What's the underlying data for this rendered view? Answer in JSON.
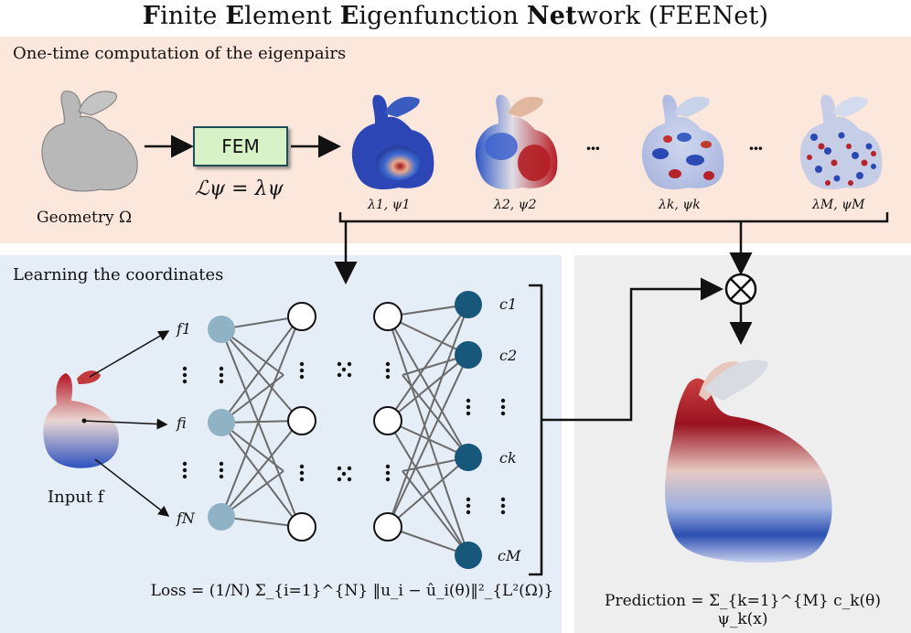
{
  "title": {
    "b1": "F",
    "t1": "inite ",
    "b2": "E",
    "t2": "lement ",
    "b3": "E",
    "t3": "igenfunction ",
    "b4": "Net",
    "t4": "work (FEENet)"
  },
  "top_panel": {
    "label": "One-time computation of the eigenpairs",
    "geometry_label": "Geometry Ω",
    "fem_label": "FEM",
    "equation": "ℒψ = λψ",
    "ellipsis": "···",
    "eigenpairs": [
      "λ1, ψ1",
      "λ2, ψ2",
      "λk, ψk",
      "λM, ψM"
    ]
  },
  "left_panel": {
    "label": "Learning the coordinates",
    "input_label": "Input f",
    "inputs": [
      "f1",
      "fi",
      "fN"
    ],
    "outputs": [
      "c1",
      "c2",
      "ck",
      "cM"
    ],
    "loss": "Loss = (1/N) Σ_{i=1}^{N} ‖u_i − û_i(θ)‖²_{L²(Ω)}"
  },
  "right_panel": {
    "prediction": "Prediction = Σ_{k=1}^{M} c_k(θ) ψ_k(x)"
  },
  "colors": {
    "top_bg": "#fbe7dc",
    "left_bg": "#e5edf7",
    "right_bg": "#eeeeee",
    "fem_fill": "#d8f2c8",
    "input_node": "#8fb2c4",
    "output_node": "#17587a",
    "heat_red": "#b2182b",
    "heat_blue": "#2a4fb0"
  }
}
